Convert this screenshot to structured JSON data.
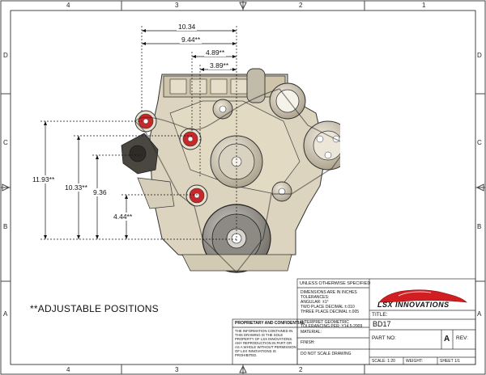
{
  "zones": {
    "top": [
      "4",
      "3",
      "2",
      "1"
    ],
    "side": [
      "D",
      "C",
      "B",
      "A"
    ]
  },
  "dimensions": {
    "horizontal": [
      "10.34",
      "9.44**",
      "4.89**",
      "3.89**"
    ],
    "vertical": [
      "11.93**",
      "10.33**",
      "9.36",
      "4.44**"
    ]
  },
  "note": "**ADJUSTABLE POSITIONS",
  "title_block": {
    "unless_specified": "UNLESS OTHERWISE SPECIFIED",
    "dims_in": "DIMENSIONS ARE IN INCHES",
    "tolerances": "TOLERANCES:",
    "angular": "ANGULAR: ±1°",
    "two_place": "TWO PLACE DECIMAL   ±.010",
    "three_place": "THREE PLACE DECIMAL  ±.005",
    "interpret": "INTERPRET GEOMETRIC",
    "tolerancing": "TOLERANCING PER: Y14.5-2009",
    "material": "MATERIAL:",
    "finish": "FINISH:",
    "do_not_scale": "DO NOT SCALE DRAWING",
    "proprietary": "PROPRIETARY AND CONFIDENTIAL",
    "prop_text": "THE INFORMATION CONTAINED IN THIS DRAWING IS THE SOLE PROPERTY OF LSX INNOVATIONS. ANY REPRODUCTION IN PART OR AS A WHOLE WITHOUT PERMISSION OF LSX INNOVATIONS IS PROHIBITED.",
    "company": "LSX INNOVATIONS",
    "title_label": "TITLE:",
    "title_value": "BD17",
    "part_no": "PART NO:",
    "rev": "REV:",
    "size": "A",
    "scale": "SCALE: 1:20",
    "weight": "WEIGHT:",
    "sheet": "SHEET 1/1"
  },
  "colors": {
    "engine": "#d8cfb8",
    "pulley_red": "#c8282a",
    "logo_red": "#d01e22"
  }
}
